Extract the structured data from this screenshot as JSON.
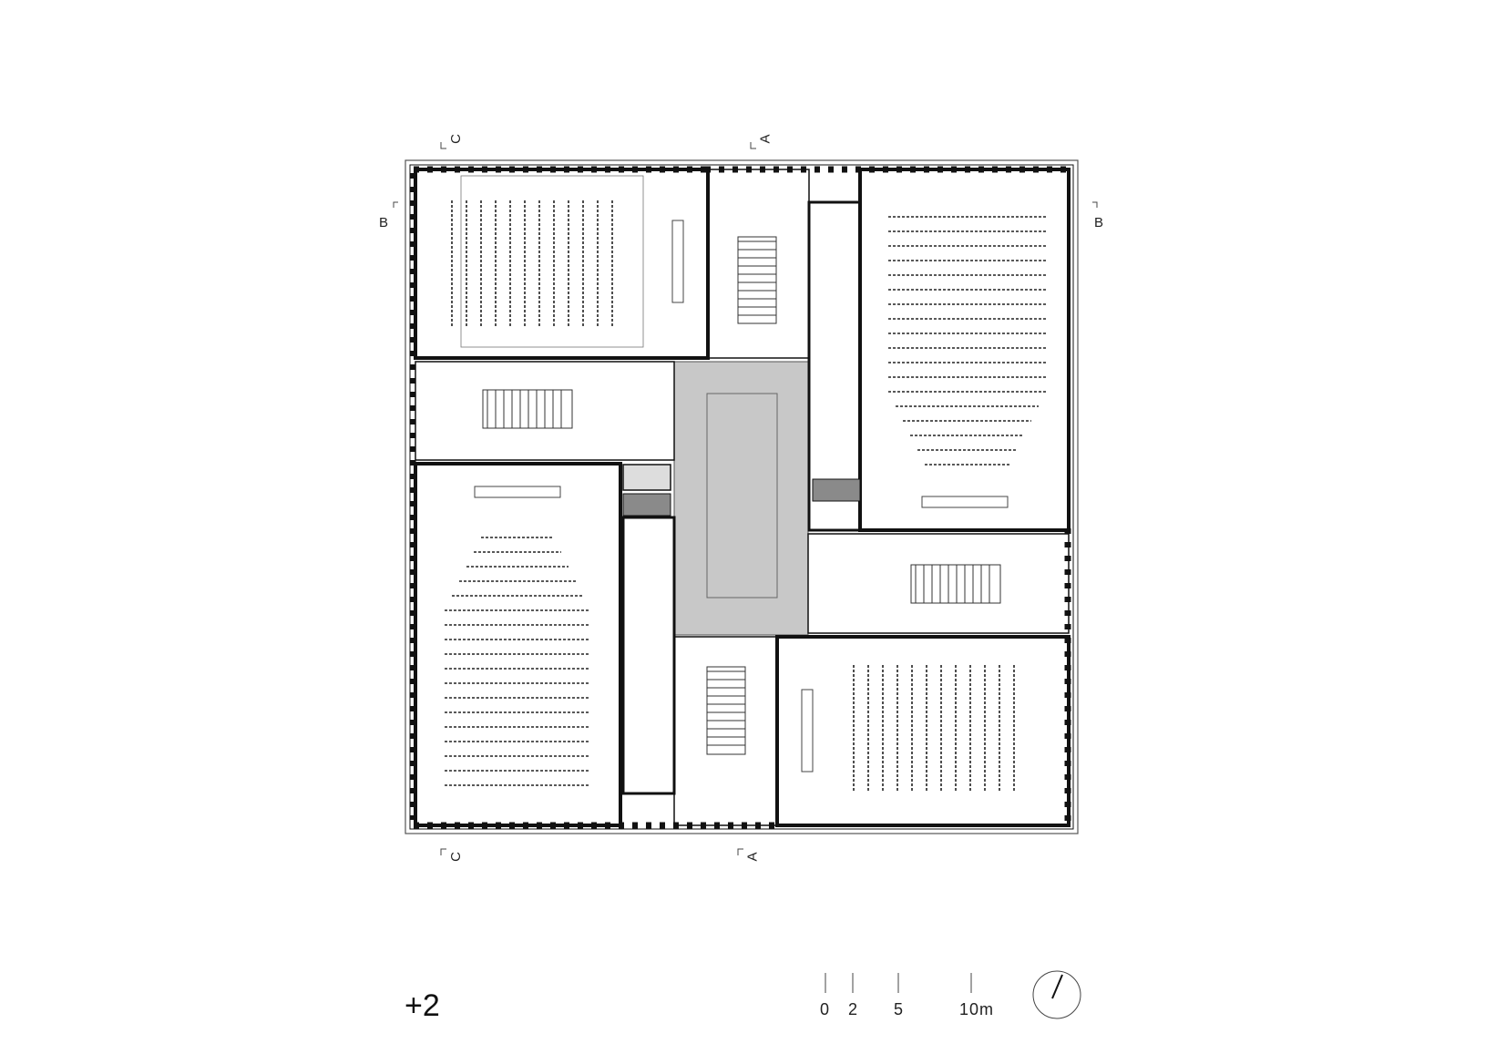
{
  "floor_label": "+2",
  "section_marks": {
    "a_top": "A",
    "a_bottom": "A",
    "b_left": "B",
    "b_right": "B",
    "c_top": "C",
    "c_bottom": "C"
  },
  "scale_bar": {
    "ticks": [
      "0",
      "2",
      "5",
      "10m"
    ]
  },
  "colors": {
    "wall": "#111111",
    "thin_line": "#444444",
    "atrium_fill": "#c8c8c8",
    "core_fill": "#8a8a8a"
  },
  "north_arrow_icon": "north-arrow-icon"
}
